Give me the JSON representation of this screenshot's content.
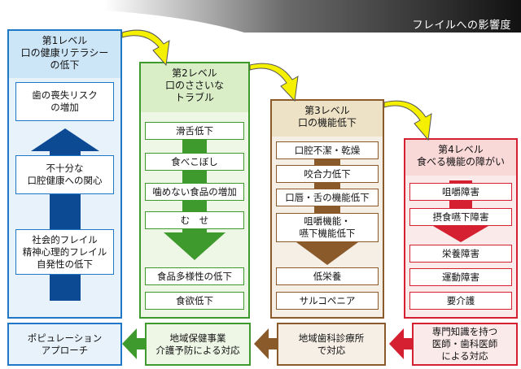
{
  "header": {
    "title": "フレイルへの影響度"
  },
  "levels": [
    {
      "id": "l1",
      "title": [
        "第1レベル",
        "口の健康リテラシー",
        "の低下"
      ],
      "items": [
        [
          "歯の喪失リスク",
          "の増加"
        ],
        [
          "不十分な",
          "口腔健康への関心"
        ],
        [
          "社会的フレイル",
          "精神心理的フレイル",
          "自発性の低下"
        ]
      ],
      "approach": [
        "ポピュレーション",
        "アプローチ"
      ]
    },
    {
      "id": "l2",
      "title": [
        "第2レベル",
        "口のささいな",
        "トラブル"
      ],
      "items": [
        [
          "滑舌低下"
        ],
        [
          "食べこぼし"
        ],
        [
          "噛めない食品の増加"
        ],
        [
          "む　せ"
        ],
        [
          "食品多様性の低下"
        ],
        [
          "食欲低下"
        ]
      ],
      "approach": [
        "地域保健事業",
        "介護予防による対応"
      ]
    },
    {
      "id": "l3",
      "title": [
        "第3レベル",
        "口の機能低下"
      ],
      "items": [
        [
          "口腔不潔・乾燥"
        ],
        [
          "咬合力低下"
        ],
        [
          "口唇・舌の機能低下"
        ],
        [
          "咀嚼機能・",
          "嚥下機能低下"
        ],
        [
          "低栄養"
        ],
        [
          "サルコペニア"
        ]
      ],
      "approach": [
        "地域歯科診療所",
        "で対応"
      ]
    },
    {
      "id": "l4",
      "title": [
        "第4レベル",
        "食べる機能の障がい"
      ],
      "items": [
        [
          "咀嚼障害"
        ],
        [
          "摂食嚥下障害"
        ],
        [
          "栄養障害"
        ],
        [
          "運動障害"
        ],
        [
          "要介護"
        ]
      ],
      "approach": [
        "専門知識を持つ",
        "医師・歯科医師",
        "による対応"
      ]
    }
  ],
  "colors": {
    "l1": "#1f77c8",
    "l1_bg": "#e8f2fb",
    "l1_head": "#cde6f7",
    "l2": "#3e9a2c",
    "l2_bg": "#eef6e6",
    "l2_head": "#d9edc7",
    "l3": "#8a5a2b",
    "l3_bg": "#f6efe6",
    "l3_head": "#ede2c6",
    "l4": "#d42031",
    "l4_bg": "#fbeaea",
    "l4_head": "#f9d8d8",
    "connector_arrow": "#f5f000",
    "up_arrow": "#0d4a94"
  }
}
